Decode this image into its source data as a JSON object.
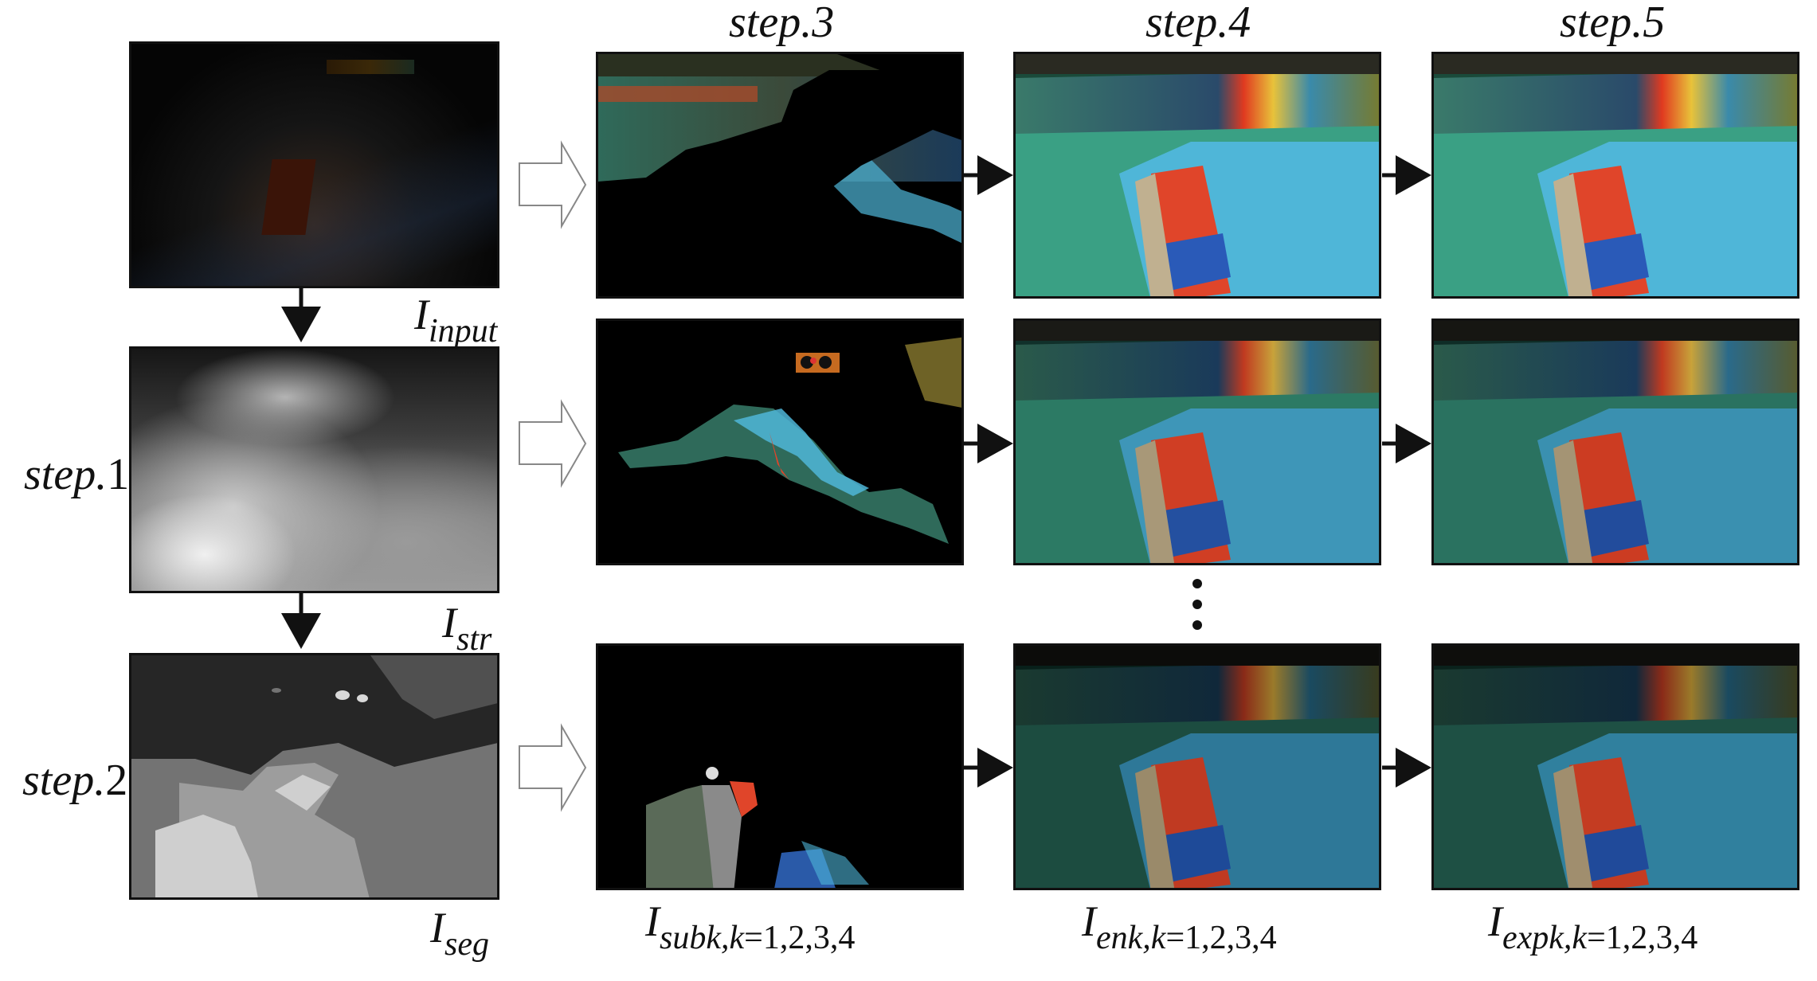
{
  "columns": {
    "step3": "step.3",
    "step4": "step.4",
    "step5": "step.5"
  },
  "rows": {
    "step1": "step.",
    "step1_num": "1",
    "step2": "step.",
    "step2_num": "2"
  },
  "labels": {
    "input_main": "I",
    "input_sub": "input",
    "str_main": "I",
    "str_sub": "str",
    "seg_main": "I",
    "seg_sub": "seg",
    "subk_main": "I",
    "subk_sub": "subk,",
    "subk_k": "k",
    "subk_vals": "=1,2,3,4",
    "enk_main": "I",
    "enk_sub": "enk,",
    "enk_k": "k",
    "enk_vals": "=1,2,3,4",
    "expk_main": "I",
    "expk_sub": "expk,",
    "expk_k": "k",
    "expk_vals": "=1,2,3,4"
  },
  "colors": {
    "court_green": "#2f8f6a",
    "court_red": "#e0452a",
    "seat_blue": "#4fb6d8",
    "banner_yellow": "#e8c23a"
  }
}
